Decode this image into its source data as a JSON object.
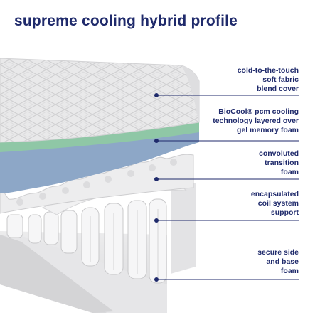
{
  "title": "supreme cooling hybrid profile",
  "accent_color": "#1f2a6b",
  "layers": [
    {
      "lines": [
        "cold-to-the-touch",
        "soft fabric",
        "blend cover"
      ]
    },
    {
      "lines": [
        "BioCool® pcm cooling",
        "technology layered over",
        "gel memory foam"
      ]
    },
    {
      "lines": [
        "convoluted",
        "transition",
        "foam"
      ]
    },
    {
      "lines": [
        "encapsulated",
        "coil system",
        "support"
      ]
    },
    {
      "lines": [
        "secure side",
        "and base",
        "foam"
      ]
    }
  ]
}
